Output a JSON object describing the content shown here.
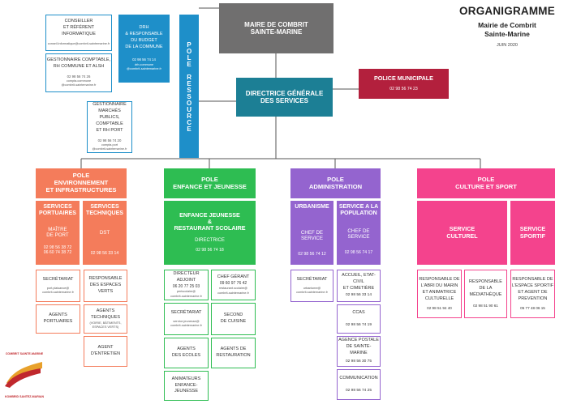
{
  "header": {
    "title": "ORGANIGRAMME",
    "subtitle1": "Mairie de Combrit",
    "subtitle2": "Sainte-Marine",
    "date": "JUIN 2020"
  },
  "maire": "MAIRE DE COMBRIT SAINTE-MARINE",
  "dgs": "DIRECTRICE GÉNÉRALE DES SERVICES",
  "police": {
    "title": "POLICE MUNICIPALE",
    "phone": "02 98 56 74 23"
  },
  "pole_ressource": {
    "label": "POLE RESSOURCE",
    "conseiller": {
      "l1": "CONSEILLER",
      "l2": "ET RÉFÉRENT",
      "l3": "INFORMATIQUE",
      "email": "conseil.informatique@combrit-saintemarine.fr"
    },
    "gestionnaire_compta": {
      "l1": "GESTIONNAIRE COMPTABLE,",
      "l2": "RH COMMUNE ET ALSH",
      "phone": "02 98 56 74 26",
      "e1": "compta.commune",
      "e2": "@combrit-saintemarine.fr"
    },
    "drh": {
      "l1": "DRH",
      "l2": "& RESPONSABLE",
      "l3": "DU BUDGET",
      "l4": "DE LA COMMUNE",
      "phone": "02 98 56 74 14",
      "e1": "drh.commune",
      "e2": "@combrit-saintemarine.fr"
    },
    "marches": {
      "l1": "GESTIONNAIRE",
      "l2": "MARCHÉS PUBLICS,",
      "l3": "COMPTABLE",
      "l4": "ET RH PORT",
      "phone": "02 98 56 74 20",
      "e1": "compta.port",
      "e2": "@combrit-saintemarine.fr"
    }
  },
  "pole_env": {
    "title1": "POLE",
    "title2": "ENVIRONNEMENT",
    "title3": "ET INFRASTRUCTURES",
    "ports": {
      "t1": "SERVICES",
      "t2": "PORTUAIRES",
      "m1": "MAÎTRE",
      "m2": "DE PORT",
      "p1": "02 98 56 38 72",
      "p2": "06 60 74 38 72"
    },
    "tech": {
      "t1": "SERVICES",
      "t2": "TECHNIQUES",
      "m1": "DST",
      "phone": "02 98 56 33 14"
    },
    "secretariat": {
      "l1": "SECRÉTARIAT",
      "e1": "port.plaisance@",
      "e2": "combrit-saintemarine.fr"
    },
    "agents_portuaires": {
      "l1": "AGENTS",
      "l2": "PORTUAIRES"
    },
    "resp_verts": {
      "l1": "RESPONSABLE",
      "l2": "DES ESPACES VERTS"
    },
    "agents_tech": {
      "l1": "AGENTS",
      "l2": "TECHNIQUES",
      "s1": "(VOIRIE, BÂTIMENTS,",
      "s2": "ESPACES VERTS)"
    },
    "agent_entretien": {
      "l1": "AGENT",
      "l2": "D'ENTRETIEN"
    }
  },
  "pole_enfance": {
    "title1": "POLE",
    "title2": "ENFANCE ET JEUNESSE",
    "main": {
      "t1": "ENFANCE JEUNESSE",
      "t2": "&",
      "t3": "RESTAURANT SCOLAIRE",
      "m1": "DIRECTRICE",
      "phone": "02 98 56 74 18"
    },
    "adjoint": {
      "l1": "DIRECTEUR ADJOINT",
      "phone": "06 20 77 25 03",
      "e1": "periscolaire@",
      "e2": "combrit-saintemarine.fr"
    },
    "chef": {
      "l1": "CHEF GÉRANT",
      "phone": "09 60 97 76 42",
      "e1": "restaurant.scolaire@",
      "e2": "combrit-saintemarine.fr"
    },
    "secretariat": {
      "l1": "SECRÉTARIAT",
      "e1": "service.jeunesse@",
      "e2": "combrit-saintemarine.fr"
    },
    "second": {
      "l1": "SECOND",
      "l2": "DE CUISINE"
    },
    "agents_ecoles": {
      "l1": "AGENTS",
      "l2": "DES ECOLES"
    },
    "agents_resto": {
      "l1": "AGENTS DE",
      "l2": "RESTAURATION"
    },
    "animateurs": {
      "l1": "ANIMATEURS",
      "l2": "ENFANCE-JEUNESSE"
    }
  },
  "pole_admin": {
    "title1": "POLE",
    "title2": "ADMINISTRATION",
    "urbanisme": {
      "t1": "URBANISME",
      "m1": "CHEF DE",
      "m2": "SERVICE",
      "phone": "02 98 56 74 12"
    },
    "accueil": {
      "t1": "SERVICE A LA",
      "t2": "POPULATION",
      "m1": "CHEF DE",
      "m2": "SERVICE",
      "phone": "02 98 56 74 17"
    },
    "secretariat": {
      "l1": "SECRÉTARIAT",
      "e1": "urbanisme@",
      "e2": "combrit-saintemarine.fr"
    },
    "etat_civil": {
      "l1": "ACCUEIL, ETAT-CIVIL",
      "l2": "ET CIMETIÈRE",
      "phone": "02 98 56 33 14"
    },
    "ccas": {
      "l1": "CCAS",
      "phone": "02 98 56 74 19"
    },
    "agence": {
      "l1": "AGENCE POSTALE",
      "l2": "DE SAINTE-MARINE",
      "phone": "02 98 56 30 75"
    },
    "communication": {
      "l1": "COMMUNICATION",
      "phone": "02 98 56 74 25"
    }
  },
  "pole_culture": {
    "title1": "POLE",
    "title2": "CULTURE ET SPORT",
    "culturel": {
      "t1": "SERVICE",
      "t2": "CULTUREL"
    },
    "sportif": {
      "t1": "SERVICE",
      "t2": "SPORTIF"
    },
    "abri": {
      "l1": "RESPONSABLE DE",
      "l2": "L'ABRI DU MARIN",
      "l3": "ET ANIMATRICE",
      "l4": "CULTURELLE",
      "phone": "02 98 51 94 40"
    },
    "mediatheque": {
      "l1": "RESPONSABLE",
      "l2": "DE LA",
      "l3": "MÉDIATHÈQUE",
      "phone": "02 98 51 90 61"
    },
    "sport": {
      "l1": "RESPONSABLE DE",
      "l2": "L'ESPACE SPORTIF",
      "l3": "ET AGENT DE",
      "l4": "PREVENTION",
      "phone": "05 77 48 06 15"
    }
  },
  "logo": {
    "l1": "COMBRIT SAINTE-MARINE",
    "l2": "KOMBRID SANTEZ-MARIAN"
  },
  "colors": {
    "grey": "#706f6f",
    "teal": "#1c7f95",
    "red": "#b3203d",
    "blue": "#1e8fc9",
    "orange": "#f47c5b",
    "green": "#2ebd52",
    "purple": "#9464cf",
    "pink": "#f4438d"
  }
}
